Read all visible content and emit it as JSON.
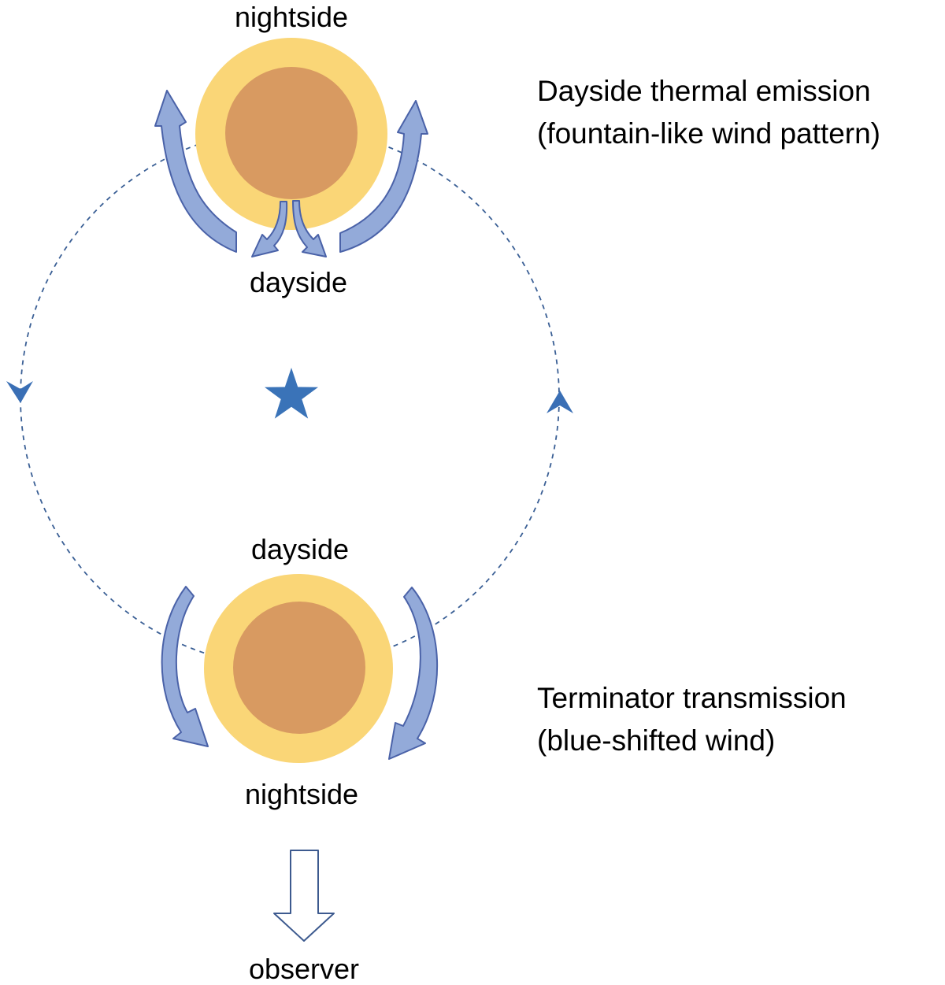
{
  "labels": {
    "top_nightside": "nightside",
    "top_dayside": "dayside",
    "bottom_dayside": "dayside",
    "bottom_nightside": "nightside",
    "observer": "observer"
  },
  "captions": {
    "dayside_emission": {
      "line1": "Dayside thermal emission",
      "line2": "(fountain-like wind pattern)"
    },
    "terminator_transmission": {
      "line1": "Terminator transmission",
      "line2": "(blue-shifted wind)"
    }
  },
  "colors": {
    "atmosphere": "#fad677",
    "planet_core": "#d89a61",
    "wind_fill": "#93aad9",
    "wind_stroke": "#4a62a8",
    "orbit": "#3a5f95",
    "star": "#3a73b8",
    "observer_arrow_stroke": "#3d5a8f"
  },
  "icons": {
    "star": "star-icon",
    "observer": "down-arrow-icon"
  }
}
